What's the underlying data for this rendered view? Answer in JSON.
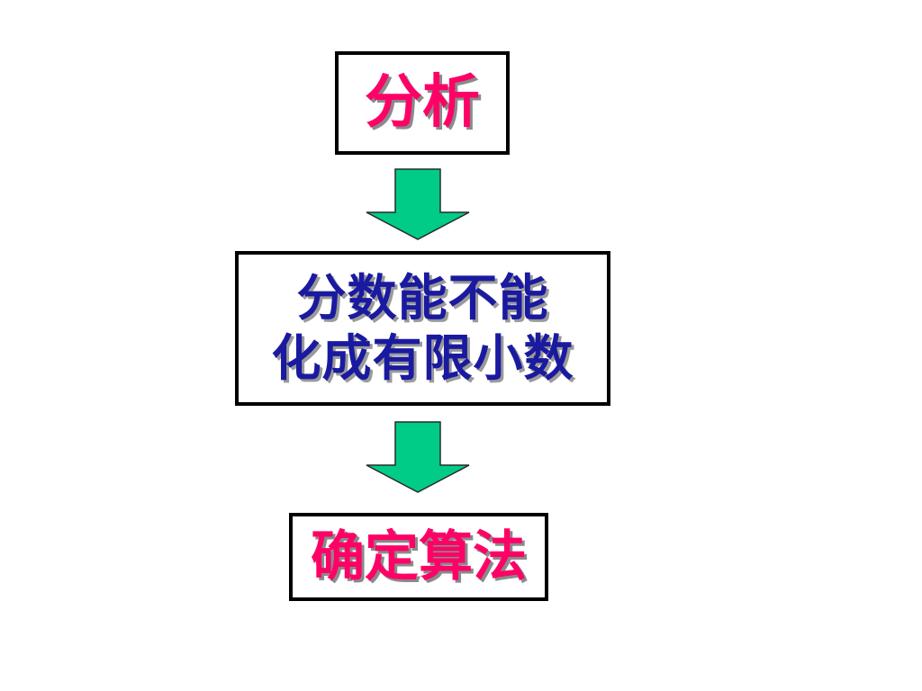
{
  "diagram": {
    "steps": [
      {
        "id": "analysis",
        "label": "分析"
      },
      {
        "id": "question",
        "label": "分数能不能\n化成有限小数"
      },
      {
        "id": "algorithm",
        "label": "确定算法"
      }
    ],
    "connectors": [
      {
        "from": "analysis",
        "to": "question",
        "icon": "down-arrow-icon"
      },
      {
        "from": "question",
        "to": "algorithm",
        "icon": "down-arrow-icon"
      }
    ],
    "colors": {
      "highlight_text": "#ff0066",
      "body_text": "#1a1aa0",
      "arrow_fill": "#00cc88",
      "border": "#000000"
    }
  }
}
